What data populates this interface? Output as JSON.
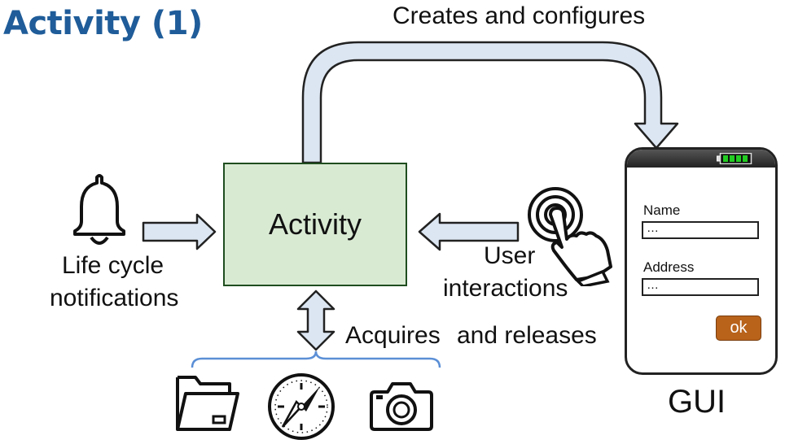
{
  "title": "Activity (1)",
  "activity_box": {
    "label": "Activity"
  },
  "labels": {
    "creates": "Creates and configures",
    "lifecycle_line1": "Life cycle",
    "lifecycle_line2": "notifications",
    "user_line1": "User",
    "user_line2": "interactions",
    "acquires": "Acquires",
    "releases": "and releases",
    "gui": "GUI"
  },
  "phone": {
    "name_label": "Name",
    "name_value": "…",
    "address_label": "Address",
    "address_value": "…",
    "ok_label": "ok"
  },
  "colors": {
    "title": "#1f5c99",
    "arrow_fill": "#dce6f2",
    "activity_fill": "#d9ead3",
    "ok_button": "#b8621a",
    "brace": "#5b8fd6",
    "battery": "#22cc22"
  },
  "icons": [
    "bell-icon",
    "touch-hand-icon",
    "folder-icon",
    "compass-icon",
    "camera-icon",
    "battery-icon"
  ]
}
